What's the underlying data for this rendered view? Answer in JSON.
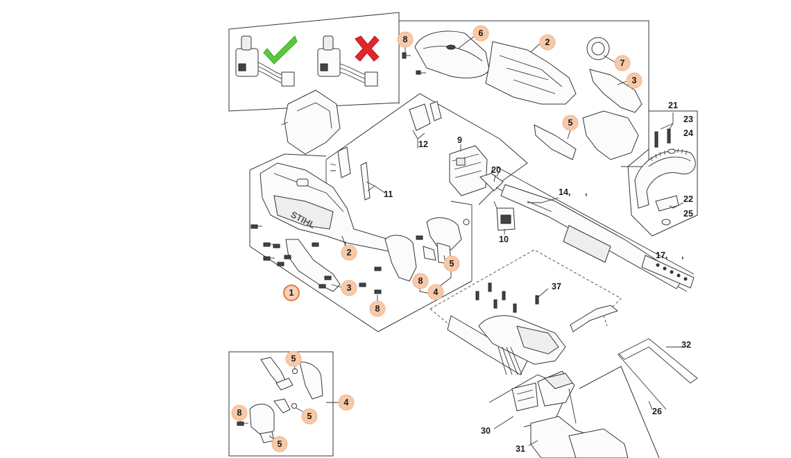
{
  "diagram": {
    "callouts": [
      {
        "id": "c1",
        "label": "1"
      },
      {
        "id": "c2a",
        "label": "2"
      },
      {
        "id": "c2b",
        "label": "2"
      },
      {
        "id": "c3a",
        "label": "3"
      },
      {
        "id": "c3b",
        "label": "3"
      },
      {
        "id": "c4a",
        "label": "4"
      },
      {
        "id": "c4b",
        "label": "4"
      },
      {
        "id": "c5a",
        "label": "5"
      },
      {
        "id": "c5b",
        "label": "5"
      },
      {
        "id": "c5c",
        "label": "5"
      },
      {
        "id": "c5d",
        "label": "5"
      },
      {
        "id": "c5e",
        "label": "5"
      },
      {
        "id": "c6",
        "label": "6"
      },
      {
        "id": "c7",
        "label": "7"
      },
      {
        "id": "c8a",
        "label": "8"
      },
      {
        "id": "c8b",
        "label": "8"
      },
      {
        "id": "c8c",
        "label": "8"
      },
      {
        "id": "c8d",
        "label": "8"
      }
    ],
    "labels": [
      {
        "id": "l9",
        "text": "9"
      },
      {
        "id": "l10",
        "text": "10"
      },
      {
        "id": "l11",
        "text": "11"
      },
      {
        "id": "l12",
        "text": "12"
      },
      {
        "id": "l14",
        "text": "14,"
      },
      {
        "id": "l14b",
        "text": ","
      },
      {
        "id": "l17",
        "text": "17,"
      },
      {
        "id": "l17b",
        "text": ","
      },
      {
        "id": "l20",
        "text": "20"
      },
      {
        "id": "l21",
        "text": "21"
      },
      {
        "id": "l22",
        "text": "22"
      },
      {
        "id": "l23",
        "text": "23"
      },
      {
        "id": "l24",
        "text": "24"
      },
      {
        "id": "l25",
        "text": "25"
      },
      {
        "id": "l26",
        "text": "26"
      },
      {
        "id": "l30",
        "text": "30"
      },
      {
        "id": "l31",
        "text": "31"
      },
      {
        "id": "l32",
        "text": "32"
      },
      {
        "id": "l37",
        "text": "37"
      }
    ],
    "brand_text": "STIHL",
    "check_marks": [
      {
        "name": "correct-check-icon",
        "color": "#5ac83c"
      },
      {
        "name": "incorrect-cross-icon",
        "color": "#e0262c"
      }
    ]
  }
}
